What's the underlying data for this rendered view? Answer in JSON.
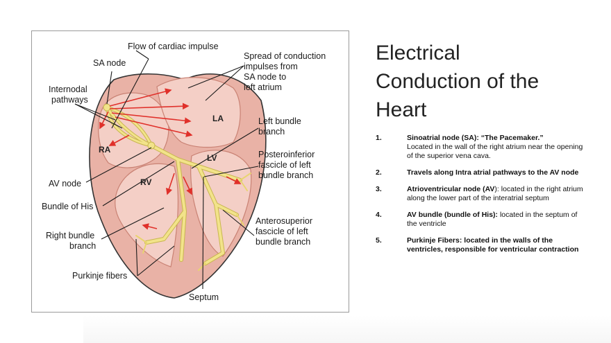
{
  "figure": {
    "labels": {
      "flow": "Flow of cardiac impulse",
      "sa_node": "SA node",
      "spread_1": "Spread of conduction",
      "spread_2": "impulses from",
      "spread_3": "SA node to",
      "spread_4": "left atrium",
      "internodal_1": "Internodal",
      "internodal_2": "pathways",
      "left_bundle_1": "Left bundle",
      "left_bundle_2": "branch",
      "postero_1": "Posteroinferior",
      "postero_2": "fascicle of left",
      "postero_3": "bundle branch",
      "av_node": "AV node",
      "bundle_his": "Bundle of His",
      "antero_1": "Anterosuperior",
      "antero_2": "fascicle of left",
      "antero_3": "bundle branch",
      "right_bundle_1": "Right bundle",
      "right_bundle_2": "branch",
      "purkinje": "Purkinje fibers",
      "septum": "Septum"
    },
    "chambers": {
      "la": "LA",
      "ra": "RA",
      "lv": "LV",
      "rv": "RV"
    },
    "colors": {
      "tissue": "#e9b2a6",
      "tissue_dark": "#c98274",
      "chamber_fill": "#f4cfc6",
      "pathway": "#f2e38a",
      "pathway_edge": "#c8b64f",
      "arrow": "#e0302a"
    }
  },
  "slide": {
    "title_lines": [
      "Electrical",
      "Conduction of the",
      "Heart"
    ],
    "items": [
      {
        "num": "1.",
        "bold": "Sinoatrial node (SA): “The Pacemaker.”",
        "text": "Located in the wall of the right atrium near the opening of the superior vena cava."
      },
      {
        "num": "2.",
        "bold": "Travels along Intra atrial pathways to the AV node",
        "text": ""
      },
      {
        "num": "3.",
        "bold": "Atrioventricular node (AV",
        "text": "): located in the right atrium along the lower part of the interatrial septum"
      },
      {
        "num": "4.",
        "bold": "AV bundle (bundle of His):",
        "text": " located in the septum of the ventricle"
      },
      {
        "num": "5.",
        "bold": "Purkinje Fibers: located in the walls of the ventricles, responsible for ventricular contraction",
        "text": ""
      }
    ]
  }
}
